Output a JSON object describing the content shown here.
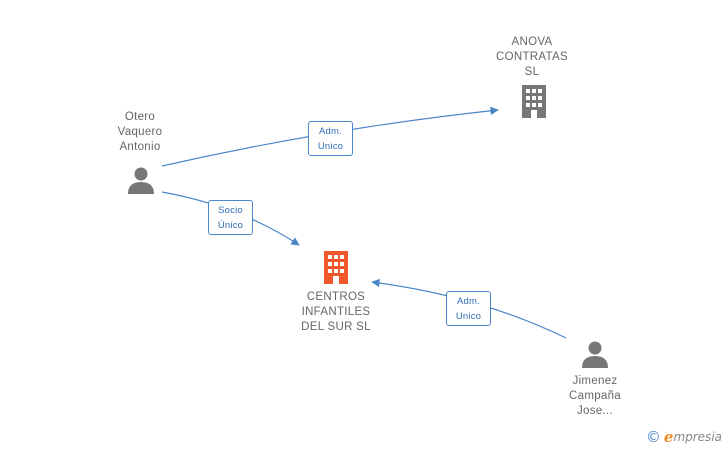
{
  "nodes": {
    "otero": {
      "label": "Otero\nVaquero\nAntonio",
      "type": "person"
    },
    "anova": {
      "label": "ANOVA\nCONTRATAS\nSL",
      "type": "company"
    },
    "centros": {
      "label": "CENTROS\nINFANTILES\nDEL SUR SL",
      "type": "company-highlight"
    },
    "jimenez": {
      "label": "Jimenez\nCampaña\nJose...",
      "type": "person"
    }
  },
  "edges": {
    "otero_anova": "Adm.\nUnico",
    "otero_centros": "Socio\nÚnico",
    "jimenez_centros": "Adm.\nUnico"
  },
  "colors": {
    "edge": "#4a86c8",
    "person_icon": "#777777",
    "company_icon": "#777777",
    "highlight_company_icon": "#f0582a"
  },
  "brand": {
    "copyright_symbol": "©",
    "e_letter": "e",
    "rest": "mpresia"
  }
}
